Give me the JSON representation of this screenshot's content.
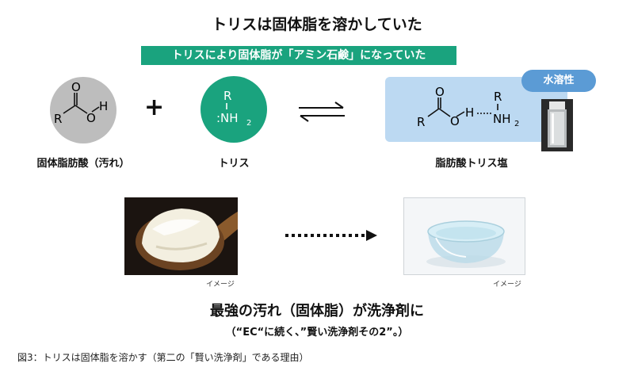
{
  "title": "トリスは固体脂を溶かしていた",
  "banner": "トリスにより固体脂が「アミン石鹸」になっていた",
  "fatty_acid": {
    "label": "固体脂肪酸（汚れ）",
    "atoms": {
      "o_top": "O",
      "r": "R",
      "o": "O",
      "h": "H"
    }
  },
  "plus": "+",
  "tris": {
    "label": "トリス",
    "r": "R",
    "n": ":NH",
    "sub": "2"
  },
  "salt": {
    "label": "脂肪酸トリス塩",
    "badge": "水溶性",
    "atoms": {
      "o_top": "O",
      "r1": "R",
      "o": "O",
      "h": "H",
      "r2": "R",
      "n": "NH",
      "sub": "2"
    }
  },
  "image_note_1": "イメージ",
  "image_note_2": "イメージ",
  "headline": "最強の汚れ（固体脂）が洗浄剤に",
  "subheadline": "（“EC“に続く、”賢い洗浄剤その2”。）",
  "caption": "図3：トリスは固体脂を溶かす（第二の「賢い洗浄剤」である理由）",
  "colors": {
    "green": "#1aa37e",
    "gray": "#bdbdbd",
    "lightblue": "#bcd9f2",
    "blue": "#5b9bd5"
  }
}
